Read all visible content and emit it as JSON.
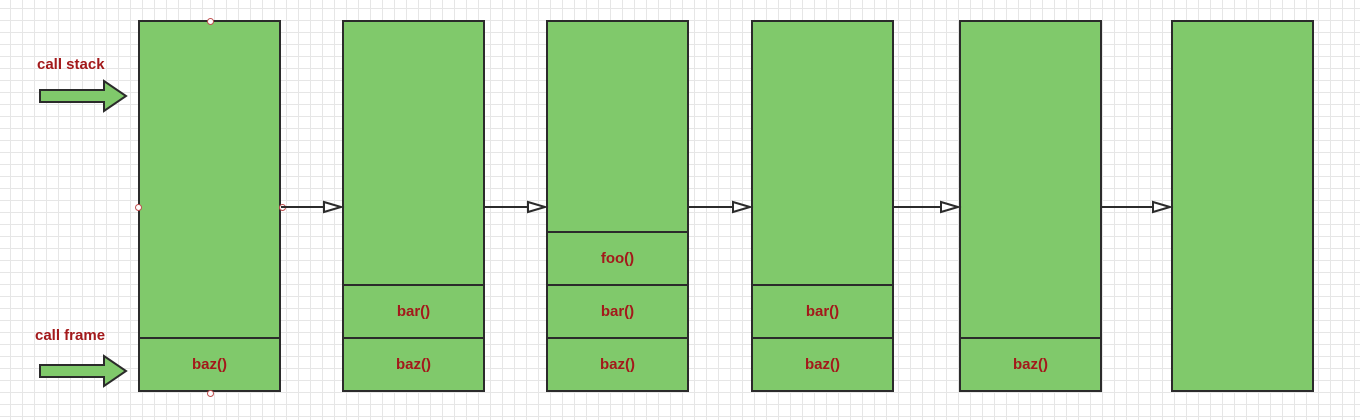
{
  "labels": {
    "call_stack": "call stack",
    "call_frame": "call frame"
  },
  "stacks": [
    {
      "frames": [
        "baz()"
      ]
    },
    {
      "frames": [
        "bar()",
        "baz()"
      ]
    },
    {
      "frames": [
        "foo()",
        "bar()",
        "baz()"
      ]
    },
    {
      "frames": [
        "bar()",
        "baz()"
      ]
    },
    {
      "frames": [
        "baz()"
      ]
    },
    {
      "frames": []
    }
  ],
  "colors": {
    "stack_fill": "#80c96b",
    "outline": "#2b2b2b",
    "text": "#a3191b",
    "grid": "#e6e6e6"
  }
}
